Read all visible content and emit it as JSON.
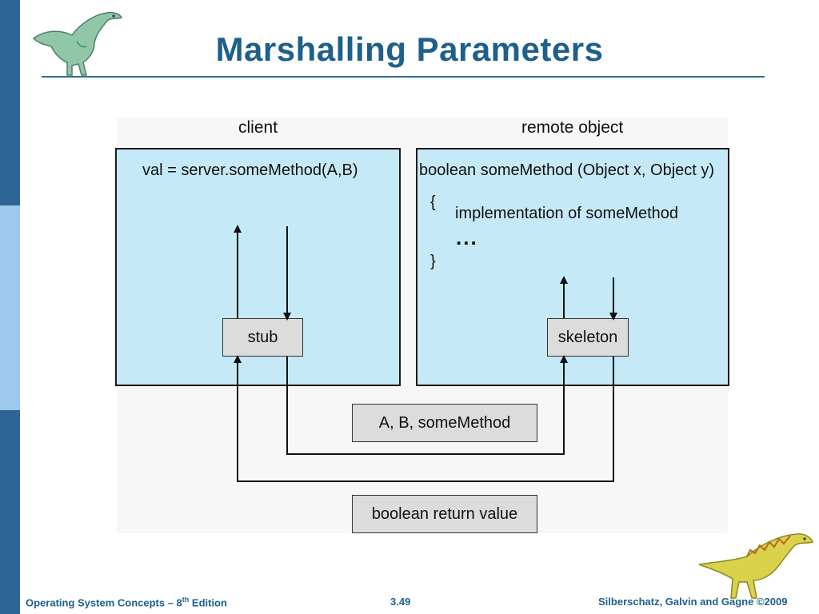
{
  "slide": {
    "title": "Marshalling Parameters"
  },
  "diagram": {
    "client_label": "client",
    "remote_label": "remote object",
    "client_code": "val = server.someMethod(A,B)",
    "remote_signature": "boolean someMethod (Object x, Object y)",
    "open_brace": "{",
    "implementation": "implementation of someMethod",
    "ellipsis": "...",
    "close_brace": "}",
    "stub_label": "stub",
    "skeleton_label": "skeleton",
    "request_message": "A, B, someMethod",
    "response_message": "boolean return value"
  },
  "footer": {
    "course_prefix": "Operating System Concepts – 8",
    "course_sup": "th",
    "course_suffix": " Edition",
    "page": "3.49",
    "copyright": "Silberschatz, Galvin and Gagne ©2009"
  },
  "colors": {
    "title": "#1f5f8b",
    "panel": "#c6e9f7",
    "box": "#dcdcdc",
    "sidebar": "#2f6496"
  }
}
